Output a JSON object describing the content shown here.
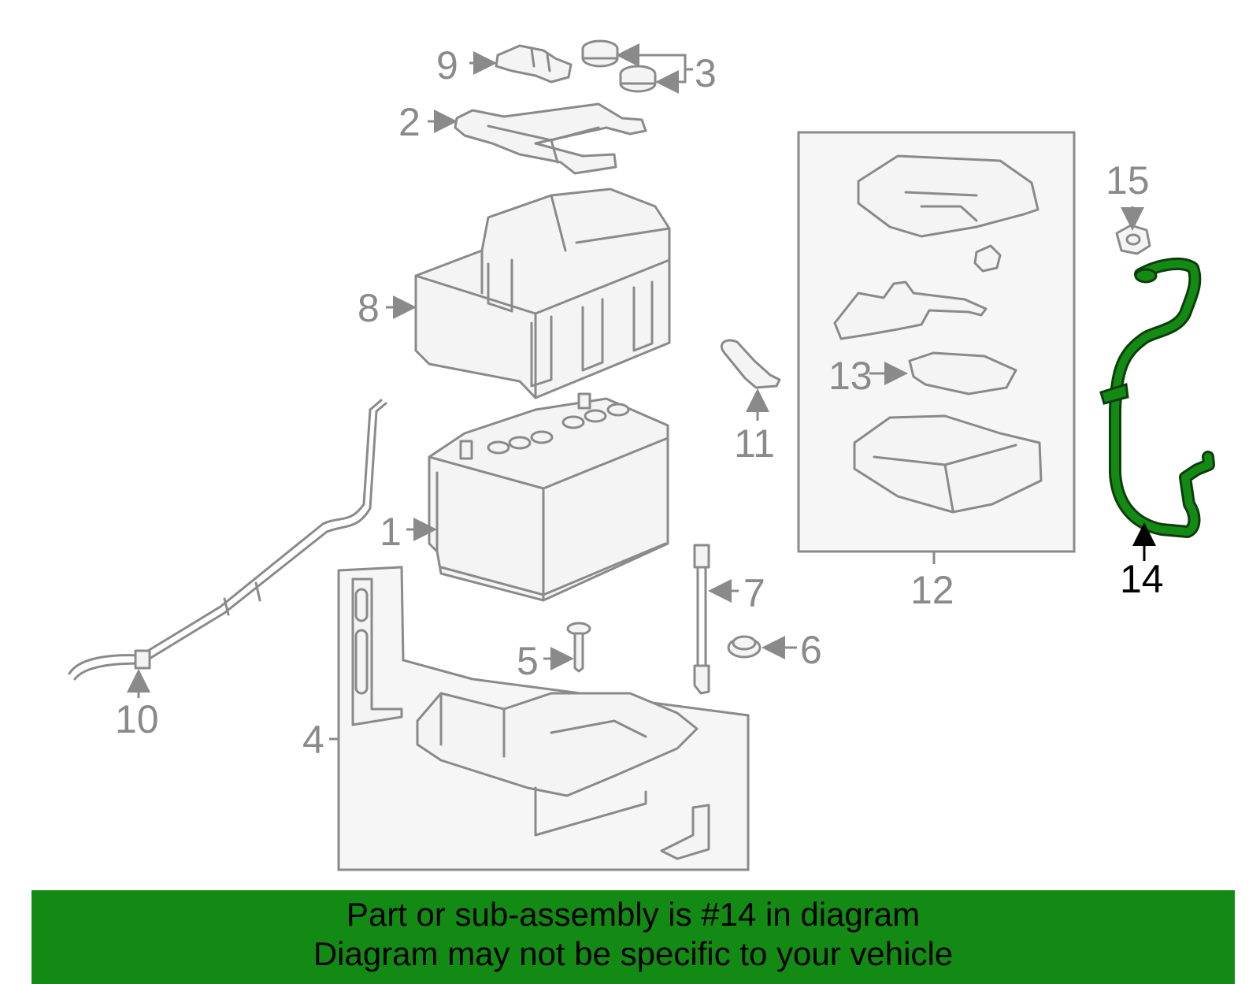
{
  "colors": {
    "banner_bg": "#138a13",
    "highlight": "#138a13",
    "line_gray": "#8a8a8a"
  },
  "callouts": {
    "c1": "1",
    "c2": "2",
    "c3": "3",
    "c4": "4",
    "c5": "5",
    "c6": "6",
    "c7": "7",
    "c8": "8",
    "c9": "9",
    "c10": "10",
    "c11": "11",
    "c12": "12",
    "c13": "13",
    "c14": "14",
    "c15": "15"
  },
  "highlighted_part": "14",
  "banner": {
    "line1": "Part or sub-assembly is #14 in diagram",
    "line2": "Diagram may not be specific to your vehicle"
  }
}
